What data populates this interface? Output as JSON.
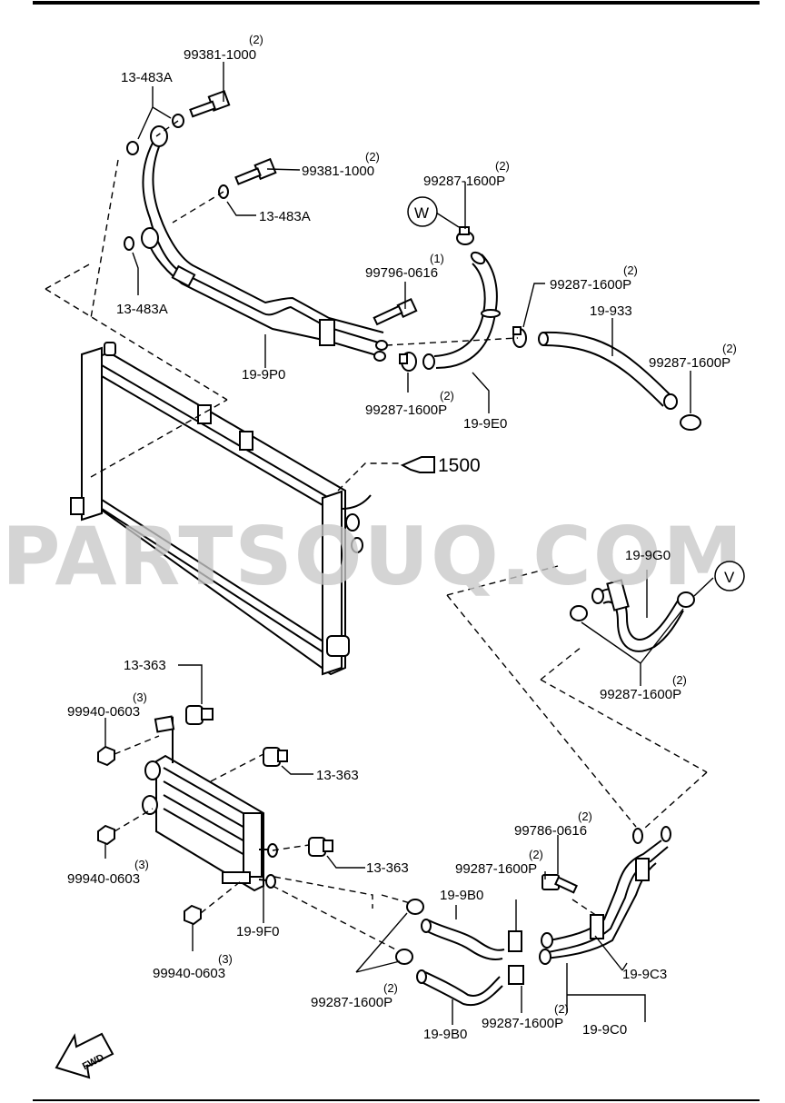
{
  "watermark": "PARTSOUQ.COM",
  "reference": {
    "text": "1500"
  },
  "views": {
    "w": "W",
    "v": "V"
  },
  "fwd_text": "FWD",
  "callouts": {
    "bolt_top": {
      "part": "99381-1000",
      "qty": "(2)"
    },
    "bolt_mid": {
      "part": "99381-1000",
      "qty": "(2)"
    },
    "gasket_a": {
      "part": "13-483A"
    },
    "gasket_b": {
      "part": "13-483A"
    },
    "gasket_c": {
      "part": "13-483A"
    },
    "bolt_small": {
      "part": "99796-0616",
      "qty": "(1)"
    },
    "pipe_9p0": {
      "part": "19-9P0"
    },
    "clamp_w": {
      "part": "99287-1600P",
      "qty": "(2)"
    },
    "clamp_r1": {
      "part": "99287-1600P",
      "qty": "(2)"
    },
    "hose_933": {
      "part": "19-933"
    },
    "clamp_r2": {
      "part": "99287-1600P",
      "qty": "(2)"
    },
    "clamp_l1": {
      "part": "99287-1600P",
      "qty": "(2)"
    },
    "hose_9e0": {
      "part": "19-9E0"
    },
    "hose_9g0": {
      "part": "19-9G0"
    },
    "clamp_v": {
      "part": "99287-1600P",
      "qty": "(2)"
    },
    "plug_top": {
      "part": "13-363"
    },
    "nut_top": {
      "part": "99940-0603",
      "qty": "(3)"
    },
    "plug_mid": {
      "part": "13-363"
    },
    "nut_mid": {
      "part": "99940-0603",
      "qty": "(3)"
    },
    "plug_low": {
      "part": "13-363"
    },
    "pipe_9f0": {
      "part": "19-9F0"
    },
    "nut_low": {
      "part": "99940-0603",
      "qty": "(3)"
    },
    "bolt_9c": {
      "part": "99786-0616",
      "qty": "(2)"
    },
    "clamp_b1": {
      "part": "99287-1600P",
      "qty": "(2)"
    },
    "hose_9b0_a": {
      "part": "19-9B0"
    },
    "clamp_b2": {
      "part": "99287-1600P",
      "qty": "(2)"
    },
    "hose_9b0_b": {
      "part": "19-9B0"
    },
    "clamp_b3": {
      "part": "99287-1600P",
      "qty": "(2)"
    },
    "pipe_9c3": {
      "part": "19-9C3"
    },
    "pipe_9c0": {
      "part": "19-9C0"
    }
  }
}
